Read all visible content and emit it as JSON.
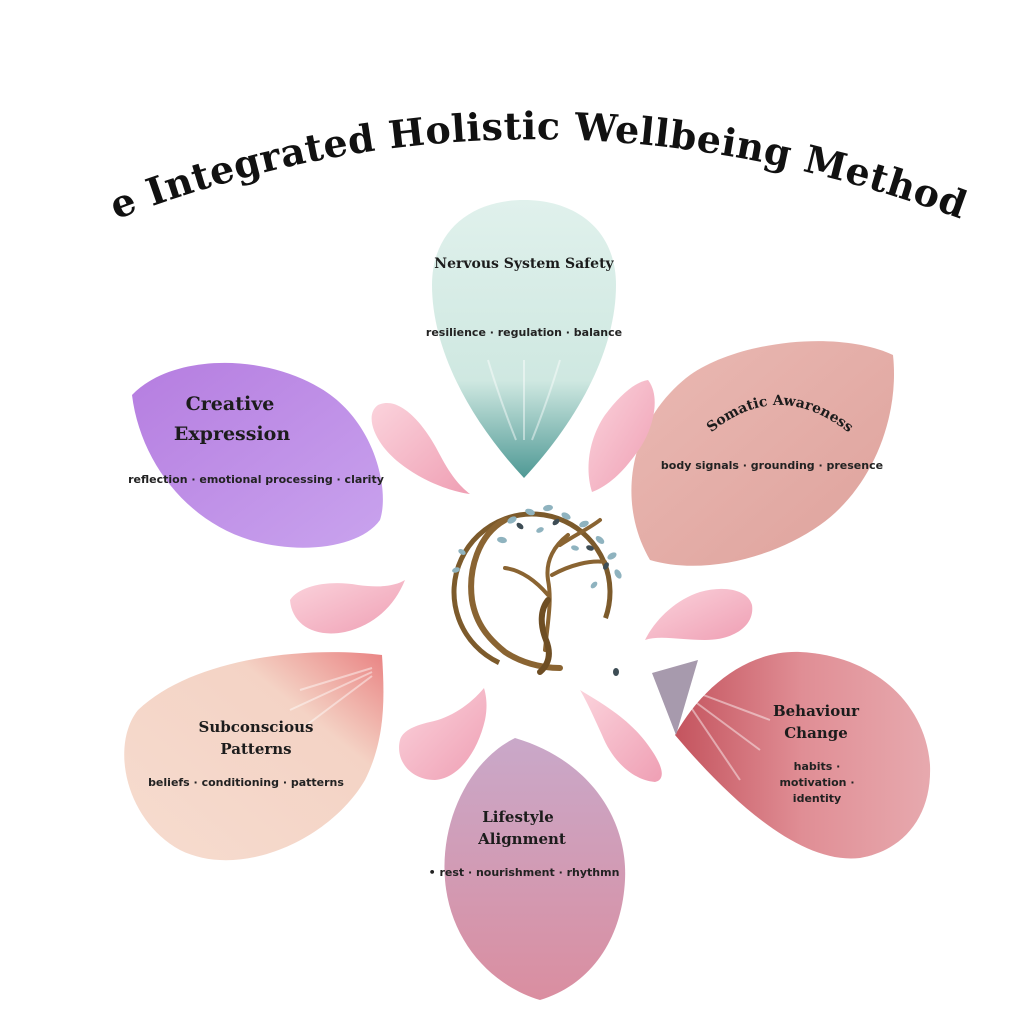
{
  "title": "The Integrated Holistic Wellbeing Method™",
  "petals": {
    "nervous_system": {
      "title": "Nervous System  Safety",
      "subtitle": "resilience · regulation · balance",
      "color": "#d4ece5"
    },
    "somatic": {
      "title": "Somatic  Awareness",
      "subtitle": "body signals · grounding · presence",
      "color": "#e3ada6"
    },
    "creative": {
      "title_line1": "Creative",
      "title_line2": "Expression",
      "subtitle": "reflection · emotional processing · clarity",
      "color": "#b985e3"
    },
    "subconscious": {
      "title_line1": "Subconscious",
      "title_line2": "Patterns",
      "subtitle": "beliefs · conditioning · patterns",
      "color": "#f3d3c4"
    },
    "lifestyle": {
      "title_line1": "Lifestyle",
      "title_line2": "Alignment",
      "subtitle": "• rest · nourishment · rhythmn",
      "color": "#d39aac"
    },
    "behaviour": {
      "title_line1": "Behaviour",
      "title_line2": "Change",
      "subtitle_line1": "habits ·",
      "subtitle_line2": "motivation ·",
      "subtitle_line3": "identity",
      "color": "#dc8d94"
    }
  },
  "center_logo": {
    "icon": "tree-of-life-woman-icon",
    "ring_color": "#a07c45",
    "leaf_color": "#8fb3bf"
  },
  "decorative_petal_color": "#f4b8c8"
}
